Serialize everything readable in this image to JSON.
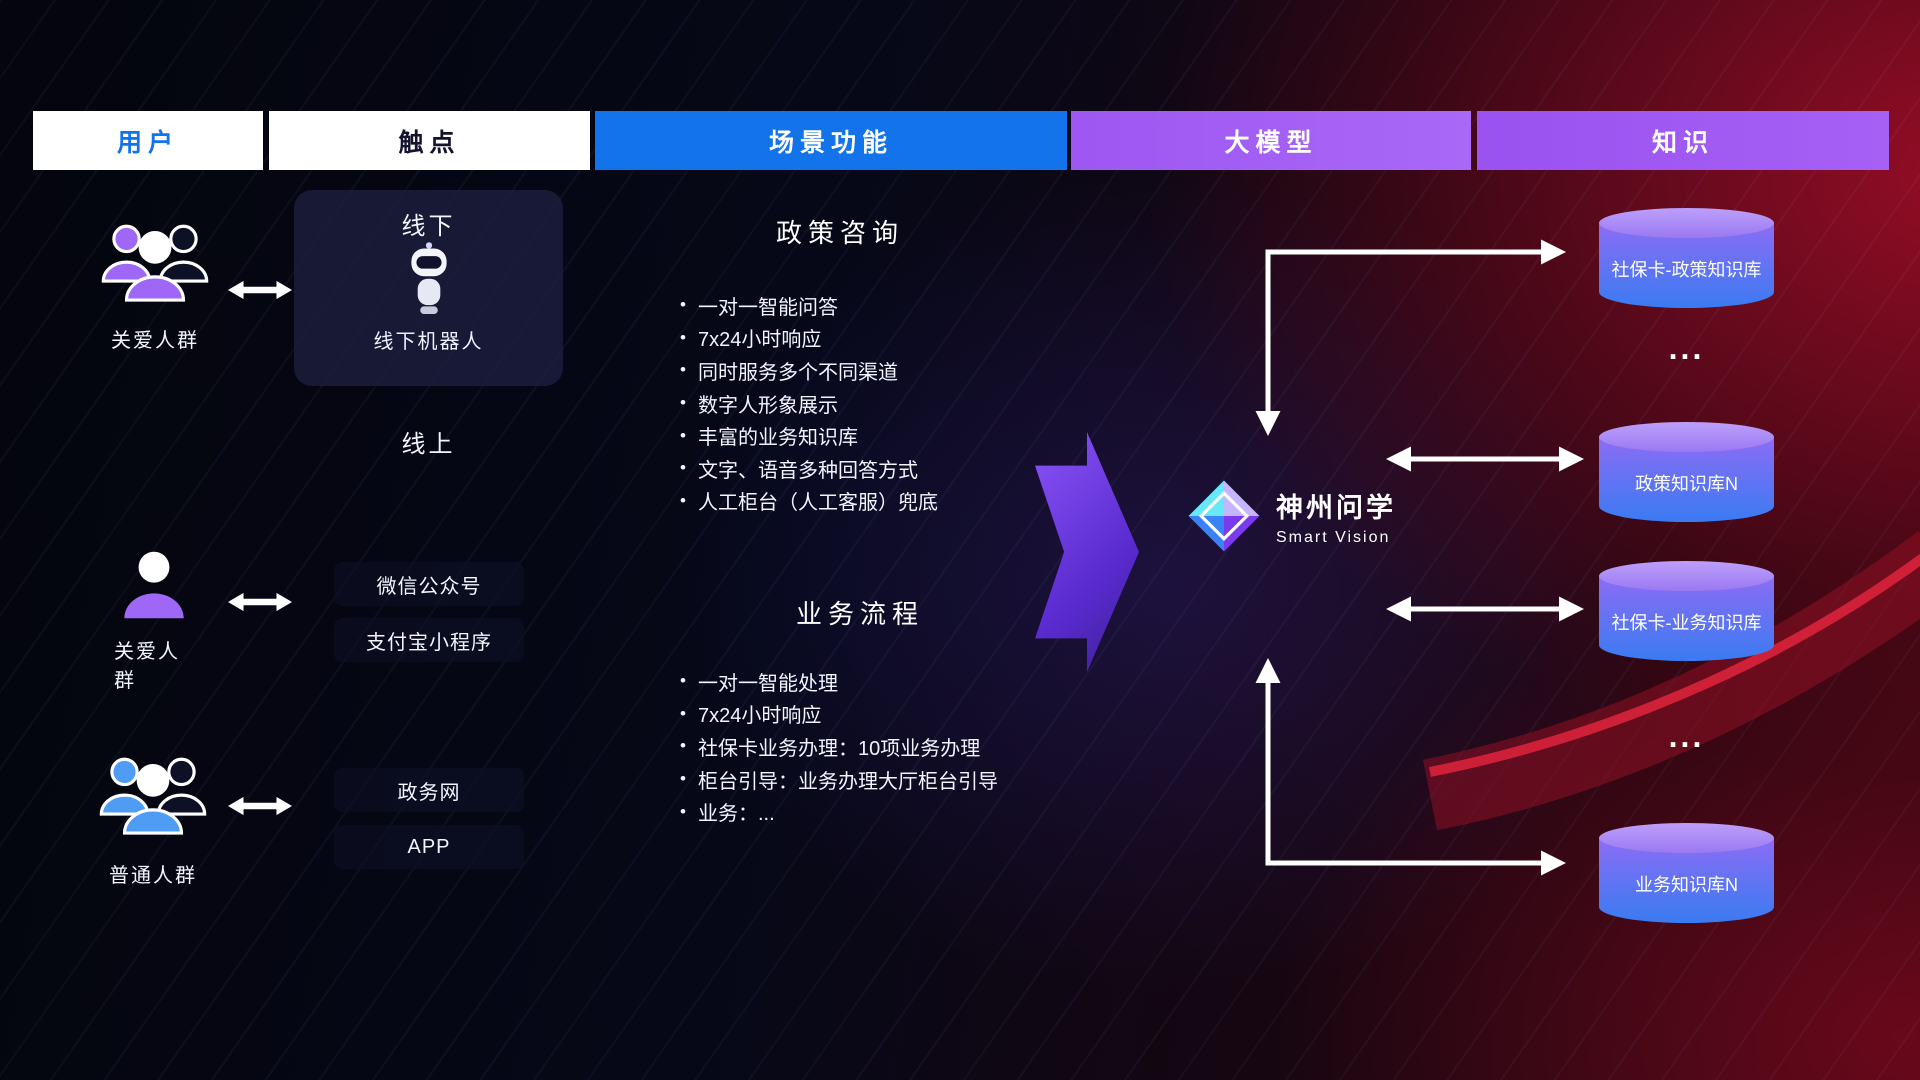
{
  "header": {
    "columns": [
      {
        "label": "用户"
      },
      {
        "label": "触点"
      },
      {
        "label": "场景功能"
      },
      {
        "label": "大模型"
      },
      {
        "label": "知识"
      }
    ]
  },
  "users": [
    {
      "label": "关爱人群"
    },
    {
      "label": "关爱人群"
    },
    {
      "label": "普通人群"
    }
  ],
  "touchpoints": {
    "offline": {
      "title": "线下",
      "caption": "线下机器人"
    },
    "online_label": "线上",
    "channels": [
      "微信公众号",
      "支付宝小程序",
      "政务网",
      "APP"
    ]
  },
  "scenarios": [
    {
      "title": "政策咨询",
      "items": [
        "一对一智能问答",
        "7x24小时响应",
        "同时服务多个不同渠道",
        "数字人形象展示",
        "丰富的业务知识库",
        "文字、语音多种回答方式",
        "人工柜台（人工客服）兜底"
      ]
    },
    {
      "title": "业务流程",
      "items": [
        "一对一智能处理",
        "7x24小时响应",
        "社保卡业务办理：10项业务办理",
        "柜台引导：业务办理大厅柜台引导",
        "业务：..."
      ]
    }
  ],
  "model": {
    "name": "神州问学",
    "subtitle": "Smart Vision"
  },
  "knowledge": {
    "databases": [
      "社保卡-政策知识库",
      "政策知识库N",
      "社保卡-业务知识库",
      "业务知识库N"
    ],
    "ellipsis": "..."
  },
  "colors": {
    "header_blue": "#1273eb",
    "header_purple": "#9e57f2",
    "accent_purple": "#9f67f5",
    "accent_blue": "#4f9cf5",
    "db_top": "#ab8bf8",
    "db_body_top": "#8d6cf4",
    "db_body_bottom": "#3a7bf2",
    "flow_arrow_purple": "#6d3ef0",
    "connector_white": "#ffffff",
    "background_red": "#c71030",
    "background_navy": "#060818"
  }
}
